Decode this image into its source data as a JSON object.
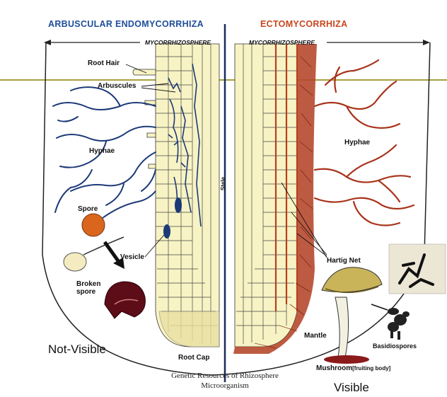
{
  "titles": {
    "left": "ARBUSCULAR ENDOMYCORRHIZA",
    "right": "ECTOMYCORRHIZA",
    "left_color": "#1f4e9a",
    "right_color": "#c8461e"
  },
  "mycorrhizosphere": {
    "left": "MYCORRHIZOSPHERE",
    "right": "MYCORRHIZOSPHERE"
  },
  "labels": {
    "root_hair": "Root Hair",
    "arbuscules": "Arbuscules",
    "hyphae_left": "Hyphae",
    "spore": "Spore",
    "vesicle": "Vesicle",
    "broken_spore": "Broken spore",
    "root_cap": "Root Cap",
    "stele": "Stele",
    "hyphae_right": "Hyphae",
    "hartig_net": "Hartig Net",
    "mantle": "Mantle",
    "basidiospores": "Basidiospores",
    "mushroom": "Mushroom",
    "mushroom_note": "[fruiting body]"
  },
  "visibility": {
    "left": "Not-Visible",
    "right": "Visible"
  },
  "caption": {
    "line1": "Genetic Resources of Rhizosphere",
    "line2": "Microorganism"
  },
  "colors": {
    "endo_hyphae": "#1c3a78",
    "ecto_hyphae": "#a8321a",
    "cell_fill": "#f8f3c4",
    "ground_line": "#a8a040"
  }
}
